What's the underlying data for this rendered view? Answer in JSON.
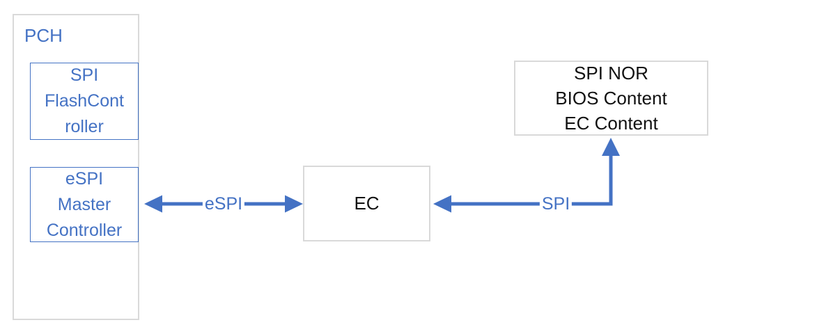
{
  "colors": {
    "accent_blue": "#4472C4",
    "border_gray": "#D9D9D9",
    "text_black": "#111111"
  },
  "pch": {
    "label": "PCH"
  },
  "spi_flash_controller": {
    "lines": [
      "SPI",
      "FlashCont",
      "roller"
    ]
  },
  "espi_master_controller": {
    "lines": [
      "eSPI",
      "Master",
      "Controller"
    ]
  },
  "ec": {
    "label": "EC"
  },
  "spi_nor": {
    "lines": [
      "SPI NOR",
      "BIOS Content",
      "EC Content"
    ]
  },
  "connections": [
    {
      "label": "eSPI",
      "from": "eSPI Master Controller",
      "to": "EC",
      "style": "double-headed-arrow"
    },
    {
      "label": "SPI",
      "from": "SPI NOR",
      "to": "EC",
      "style": "elbow-double-headed-arrow"
    }
  ]
}
